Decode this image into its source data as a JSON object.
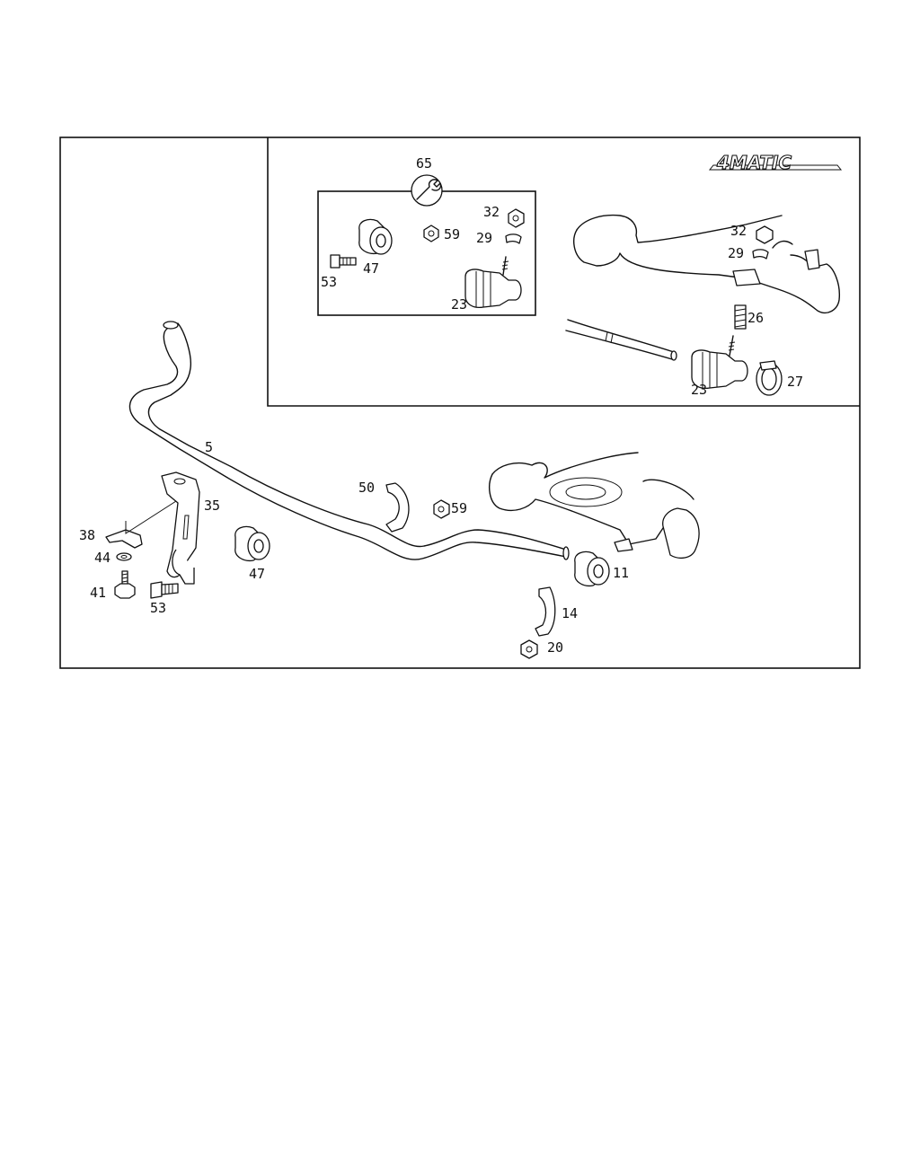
{
  "diagram": {
    "brand_badge": "4MATIC",
    "callouts": {
      "c65": "65",
      "c32a": "32",
      "c59a": "59",
      "c29a": "29",
      "c47a": "47",
      "c53a": "53",
      "c23a": "23",
      "c32b": "32",
      "c29b": "29",
      "c26": "26",
      "c23b": "23",
      "c27": "27",
      "c5": "5",
      "c50": "50",
      "c59b": "59",
      "c35": "35",
      "c38": "38",
      "c44": "44",
      "c41": "41",
      "c53b": "53",
      "c47b": "47",
      "c11": "11",
      "c14": "14",
      "c20": "20"
    },
    "icons": {
      "service_kit": "wrench-icon"
    }
  }
}
